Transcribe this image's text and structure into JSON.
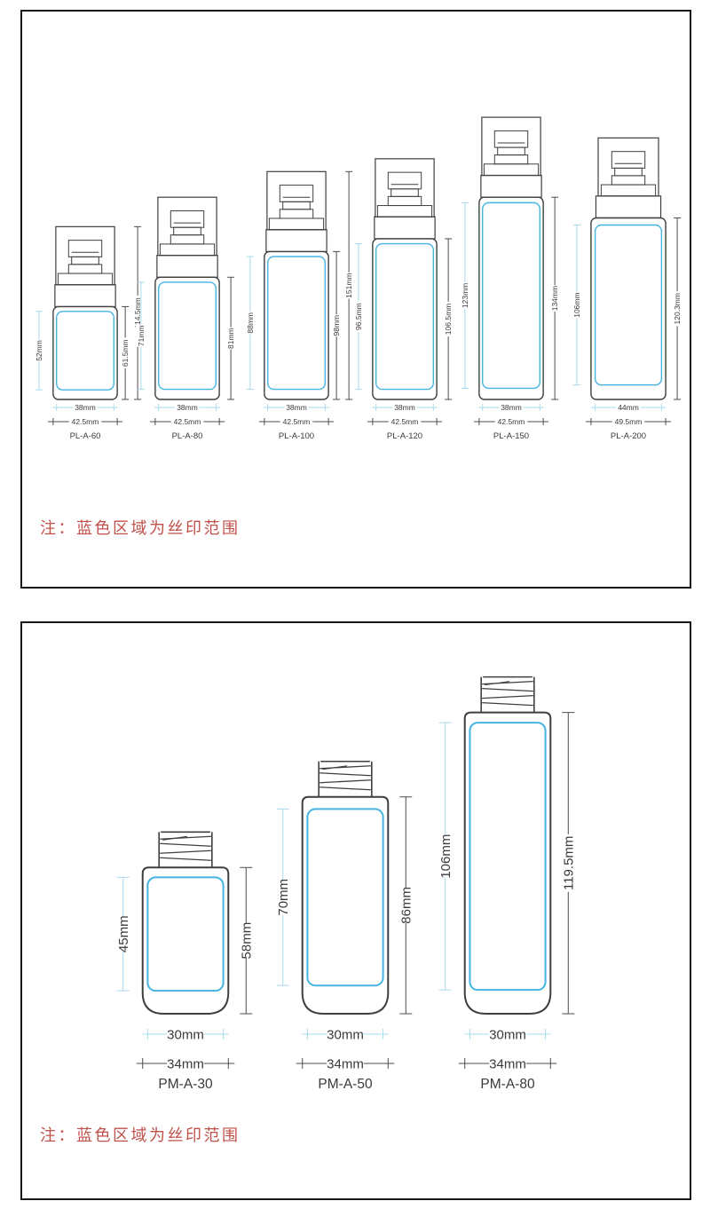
{
  "colors": {
    "outline": "#3f3f3f",
    "print_area_blue": "#45b4e2",
    "dim_light_blue": "#a9d9ee",
    "dim_dark": "#4d4d4d",
    "label_text": "#3a3a3a",
    "note_red": "#c0504a",
    "panel_border": "#161616",
    "background": "#ffffff"
  },
  "panels": [
    {
      "id": "pl-pump-bottles",
      "note": "注：蓝色区域为丝印范围",
      "bottle_type": "pump-spray",
      "bottles": [
        {
          "model": "PL-A-60",
          "print_h": "52mm",
          "body_h": "61.5mm",
          "total_h": "114.5mm",
          "print_w": "38mm",
          "body_w": "42.5mm"
        },
        {
          "model": "PL-A-80",
          "print_h": "71mm",
          "body_h": "81mm",
          "print_w": "38mm",
          "body_w": "42.5mm"
        },
        {
          "model": "PL-A-100",
          "print_h": "88mm",
          "body_h": "98mm",
          "total_h": "151mm",
          "print_w": "38mm",
          "body_w": "42.5mm"
        },
        {
          "model": "PL-A-120",
          "print_h": "96.5mm",
          "body_h": "106.5mm",
          "print_w": "38mm",
          "body_w": "42.5mm"
        },
        {
          "model": "PL-A-150",
          "print_h": "123mm",
          "body_h": "134mm",
          "print_w": "38mm",
          "body_w": "42.5mm"
        },
        {
          "model": "PL-A-200",
          "print_h": "106mm",
          "body_h": "120.3mm",
          "print_w": "44mm",
          "body_w": "49.5mm"
        }
      ]
    },
    {
      "id": "pm-screw-neck-bottles",
      "note": "注：蓝色区域为丝印范围",
      "bottle_type": "screw-neck",
      "bottles": [
        {
          "model": "PM-A-30",
          "print_h": "45mm",
          "body_h": "58mm",
          "print_w": "30mm",
          "body_w": "34mm"
        },
        {
          "model": "PM-A-50",
          "print_h": "70mm",
          "body_h": "86mm",
          "print_w": "30mm",
          "body_w": "34mm"
        },
        {
          "model": "PM-A-80",
          "print_h": "106mm",
          "body_h": "119.5mm",
          "print_w": "30mm",
          "body_w": "34mm"
        }
      ]
    }
  ]
}
